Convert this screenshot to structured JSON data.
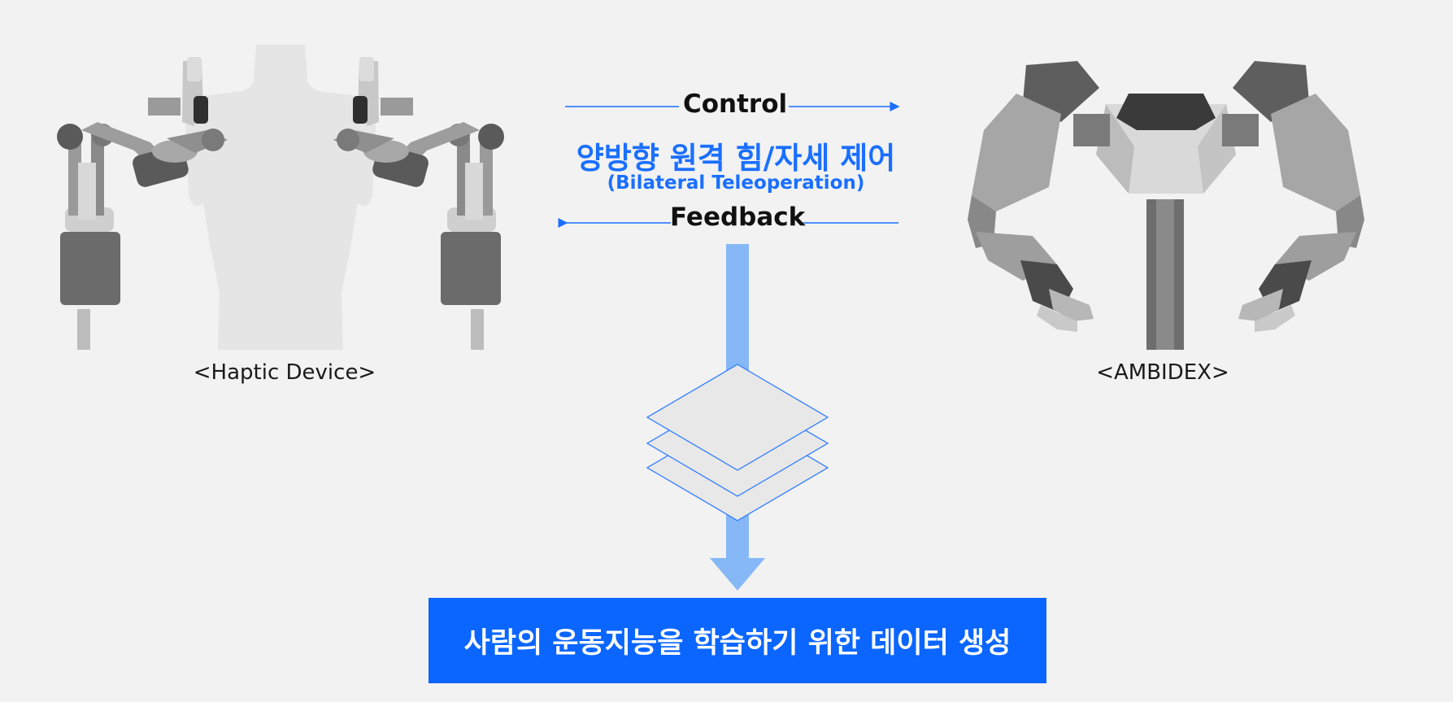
{
  "flow": {
    "control_label": "Control",
    "feedback_label": "Feedback",
    "title_ko": "양방향 원격 힘/자세 제어",
    "title_en": "(Bilateral Teleoperation)"
  },
  "devices": {
    "haptic_caption": "<Haptic Device>",
    "ambidex_caption": "<AMBIDEX>"
  },
  "result": {
    "text": "사람의 운동지능을 학습하기 위한 데이터 생성"
  },
  "colors": {
    "background": "#f2f2f2",
    "accent": "#1a6fff",
    "box": "#0a66ff",
    "arrow_fill": "#86b8f7"
  }
}
